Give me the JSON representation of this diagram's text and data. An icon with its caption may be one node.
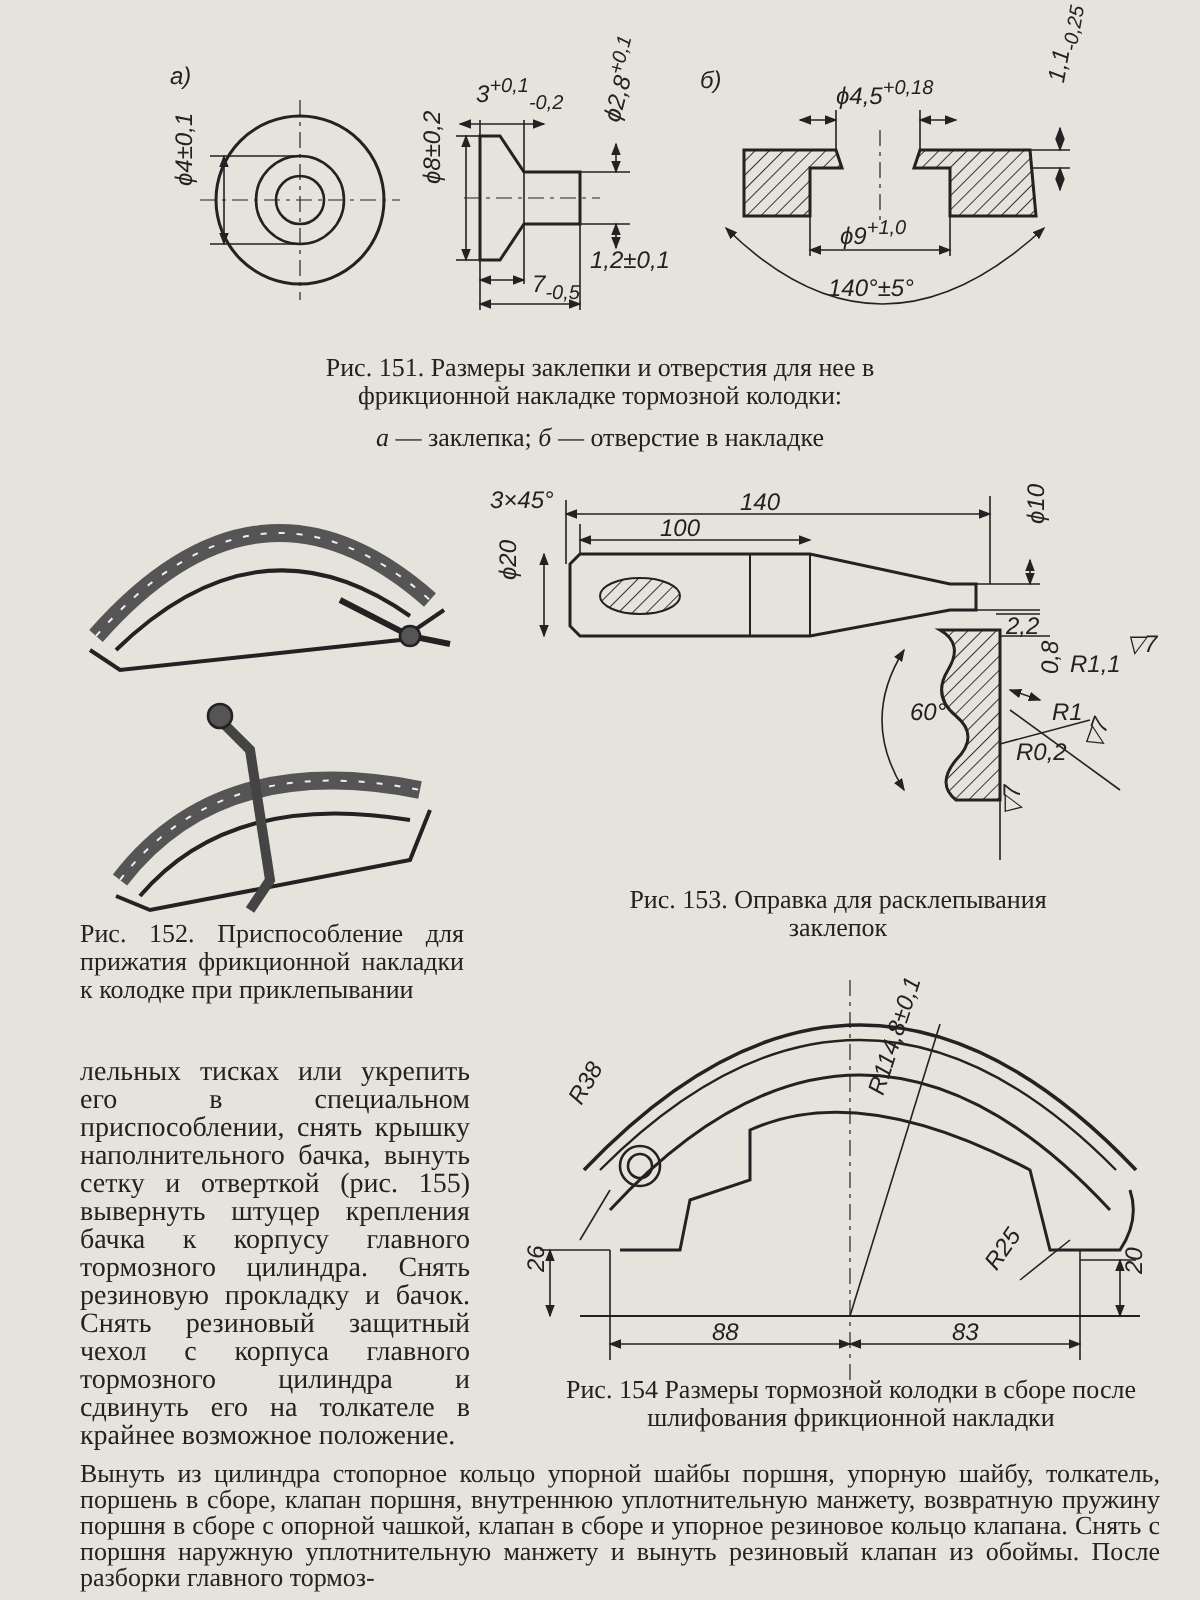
{
  "diagram": {
    "labels": [
      "а)",
      "ϕ4±0,1",
      "3$^{+0,1}$$_{-0,2}$",
      "ϕ2,8$^{+0,1}$",
      "ϕ8±0,2",
      "1,2±0,1",
      "7$_{-0,5}$",
      "б)",
      "ϕ4,5$^{+0,18}$",
      "1,1$_{-0,25}$",
      "ϕ9$^{+1,0}$",
      "140°±5°",
      "Рис. 151. Размеры заклепки и отверстия для нее в фрикционной накладке тормозной колодки:",
      "*а* — заклепка; *б* — отверстие в накладке",
      "3×45°",
      "140",
      "100",
      "ϕ20",
      "ϕ10",
      "2,2",
      "0,8",
      "R1,1",
      "▽7",
      "60°",
      "R1",
      "▽7",
      "R0,2",
      "▽7",
      "Рис. 152. Приспособление для прижатия фрикционной накладки к колодке при приклепывании",
      "Рис. 153. Оправка для расклепывания заклепок",
      "лельных тисках или укрепить его в специальном приспособлении, снять крышку наполнительного бачка, вынуть сетку и отверткой (рис. 155) вывернуть штуцер крепления бачка к корпусу главного тормозного цилиндра. Снять резиновую прокладку и бачок. Снять резиновый защитный чехол с корпуса главного тормозного цилиндра и сдвинуть его на толкателе в крайнее возможное положение.",
      "R38",
      "R114,8±0,1",
      "R25",
      "26",
      "20",
      "88",
      "83",
      "Рис. 154 Размеры тормозной колодки в сборе после шлифования фрикционной накладки",
      "Вынуть из цилиндра стопорное кольцо упорной шайбы поршня, упорную шайбу, толкатель, поршень в сборе, клапан поршня, внутреннюю уплотнительную манжету, возвратную пружину поршня в сборе с опорной чашкой, клапан в сборе и упорное резиновое кольцо клапана. Снять с поршня наружную уплотнительную манжету и вынуть резиновый клапан из обоймы. После разборки главного тормоз-"
    ]
  }
}
